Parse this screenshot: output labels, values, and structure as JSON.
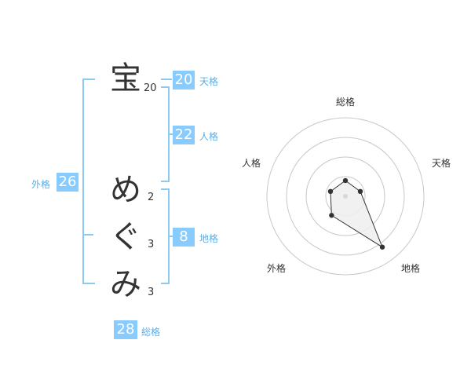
{
  "name": {
    "chars": [
      {
        "char": "宝",
        "strokes": "20"
      },
      {
        "char": "め",
        "strokes": "2"
      },
      {
        "char": "ぐ",
        "strokes": "3"
      },
      {
        "char": "み",
        "strokes": "3"
      }
    ]
  },
  "kakusu": {
    "tenkaku": {
      "value": "20",
      "label": "天格"
    },
    "jinkaku": {
      "value": "22",
      "label": "人格"
    },
    "chikaku": {
      "value": "8",
      "label": "地格"
    },
    "gaikaku": {
      "value": "26",
      "label": "外格"
    },
    "soukaku": {
      "value": "28",
      "label": "総格"
    }
  },
  "radar": {
    "axis_labels": {
      "top": "総格",
      "top_right": "天格",
      "bottom_right": "地格",
      "bottom_left": "外格",
      "top_left": "人格"
    },
    "values": [
      0.2,
      0.2,
      0.8,
      0.3,
      0.2
    ]
  },
  "colors": {
    "accent": "#88ccff",
    "label": "#5aaee8",
    "bracket": "#8ccaf0",
    "radar_ring": "#c8c8c8",
    "radar_fill": "#eeeeee",
    "radar_line": "#333333"
  }
}
